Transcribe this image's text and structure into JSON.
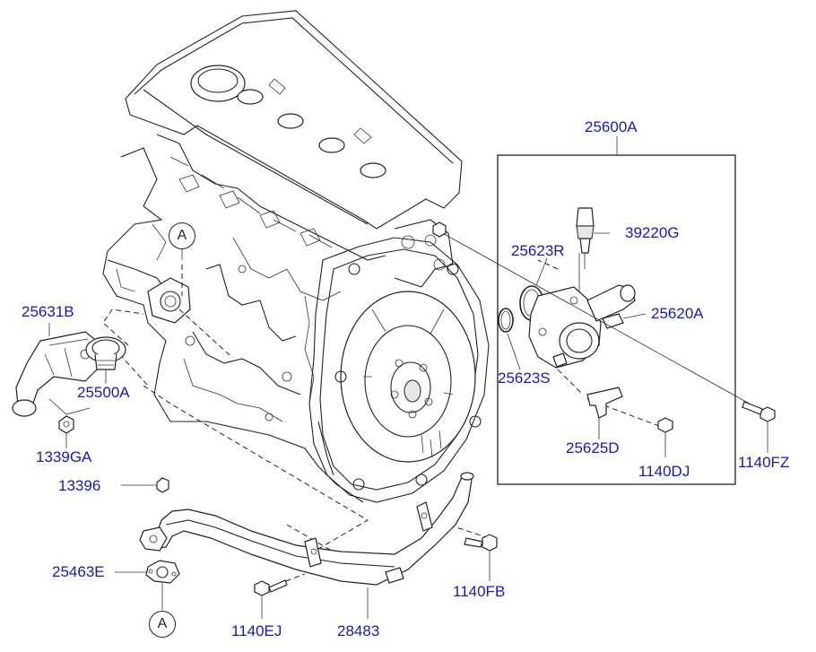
{
  "diagram": {
    "callouts": {
      "top": "A",
      "bottom": "A"
    },
    "assembly_label": "25600A",
    "labels": {
      "p25631B": "25631B",
      "p25500A": "25500A",
      "p1339GA": "1339GA",
      "p13396": "13396",
      "p25463E": "25463E",
      "p1140EJ": "1140EJ",
      "p28483": "28483",
      "p1140FB": "1140FB",
      "p39220G": "39220G",
      "p25623R": "25623R",
      "p25620A": "25620A",
      "p25623S": "25623S",
      "p25625D": "25625D",
      "p1140DJ": "1140DJ",
      "p1140FZ": "1140FZ"
    },
    "label_color": "#1a1aa6"
  }
}
